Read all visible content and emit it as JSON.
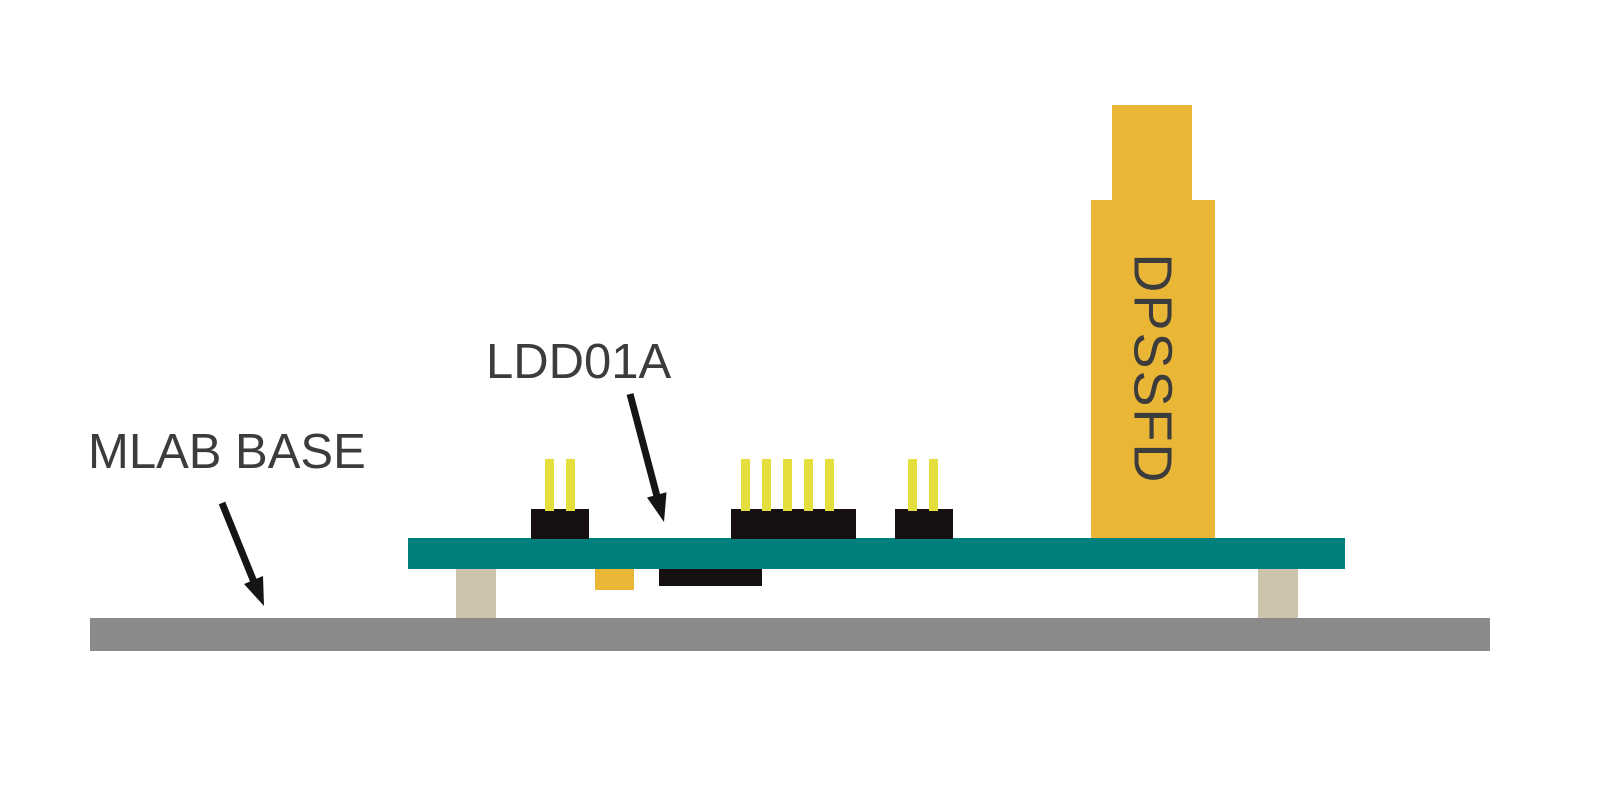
{
  "diagram": {
    "labels": {
      "base": "MLAB BASE",
      "pcb": "LDD01A",
      "module": "DPSSFD"
    }
  },
  "colors": {
    "background": "#FFFFFF",
    "base-gray": "#8A8A8A",
    "pcb-teal": "#00807C",
    "module-gold": "#EAB636",
    "pin-yellow": "#E4DF3C",
    "connector-black": "#161010",
    "standoff-tan": "#CCC4AD",
    "label-text": "#3C3C3C",
    "arrow-black": "#151515"
  }
}
